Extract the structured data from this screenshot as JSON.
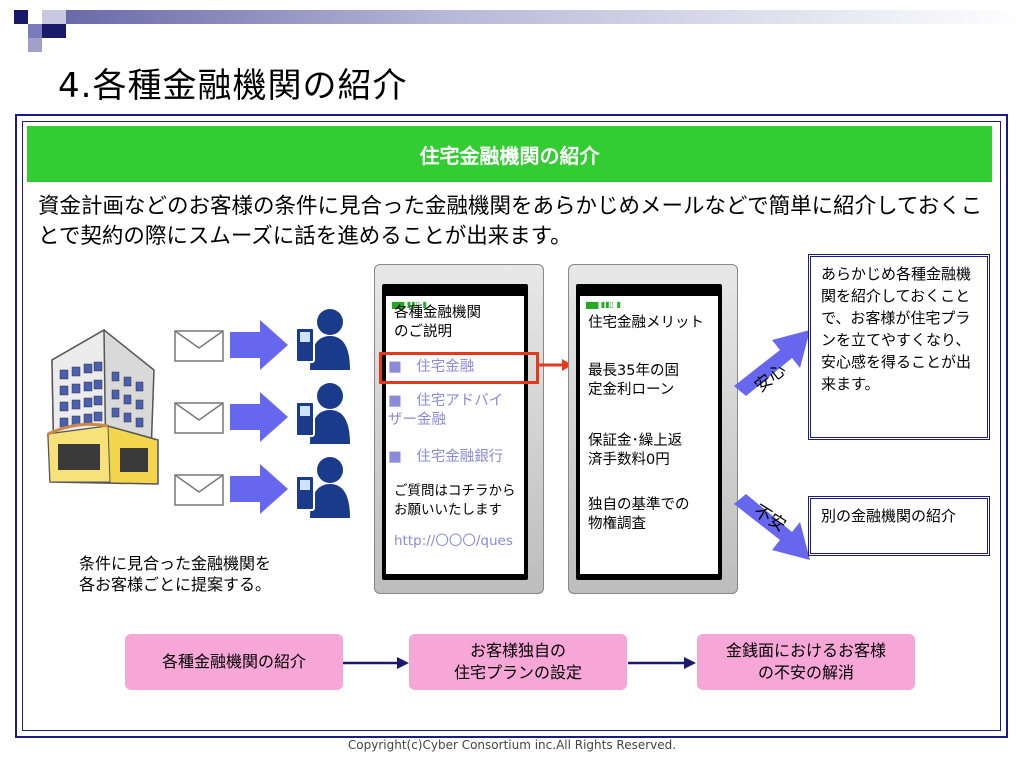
{
  "slide": {
    "title": "4.各種金融機関の紹介",
    "banner": "住宅金融機関の紹介",
    "intro": "資金計画などのお客様の条件に見合った金融機関をあらかじめメールなどで簡単に紹介しておくことで契約の際にスムーズに話を進めることが出来ます。",
    "caption_line1": "条件に見合った金融機関を",
    "caption_line2": "各お客様ごとに提案する。",
    "footer": "Copyright(c)Cyber Consortium inc.All Rights Reserved."
  },
  "phone_left": {
    "heading_line1": "各種金融機関",
    "heading_line2": "のご説明",
    "item1": "■　住宅金融",
    "item2_line1": "■　住宅アドバイ",
    "item2_line2": "ザー金融",
    "item3": "■　住宅金融銀行",
    "note_line1": "ご質問はコチラから",
    "note_line2": "お願いいたします",
    "link": "http://〇〇〇/ques"
  },
  "phone_right": {
    "line1": "住宅金融メリット",
    "line2a": "最長35年の固",
    "line2b": "定金利ローン",
    "line3a": "保証金･繰上返",
    "line3b": "済手数料0円",
    "line4a": "独自の基準での",
    "line4b": "物権調査"
  },
  "arrows": {
    "relief": "安心",
    "anxiety": "不安"
  },
  "info": {
    "relief_text": "あらかじめ各種金融機関を紹介しておくことで、お客様が住宅プランを立てやすくなり、安心感を得ることが出来ます。",
    "anxiety_text": "別の金融機関の紹介"
  },
  "flow": {
    "step1": "各種金融機関の紹介",
    "step2_line1": "お客様独自の",
    "step2_line2": "住宅プランの設定",
    "step3_line1": "金銭面におけるお客様",
    "step3_line2": "の不安の解消"
  },
  "colors": {
    "banner": "#33cc33",
    "frame": "#1a1a8c",
    "flow_box": "#f7a6d8",
    "highlight": "#e23a1a",
    "arrow_blue": "#6666ee"
  },
  "icons": [
    "building-icon",
    "envelope-icon",
    "arrow-right-icon",
    "mobile-user-icon"
  ]
}
